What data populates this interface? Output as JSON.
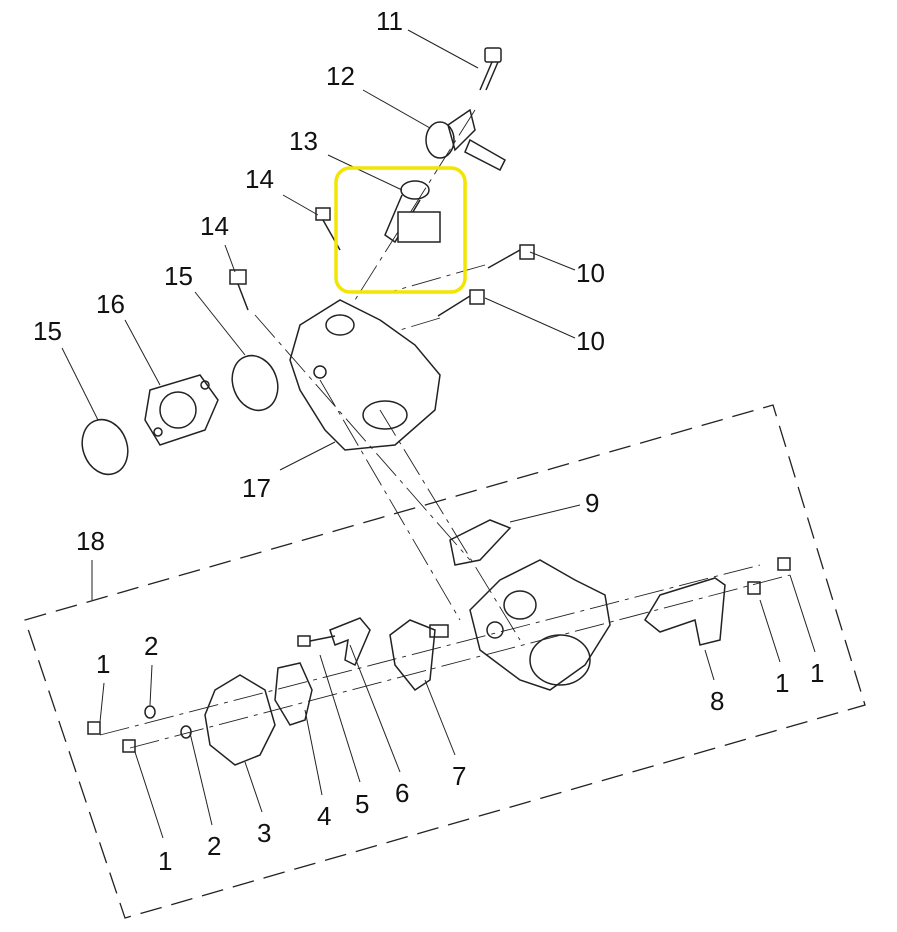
{
  "diagram": {
    "highlight_color": "#f2e500",
    "callouts": [
      {
        "id": "c11",
        "text": "11"
      },
      {
        "id": "c12",
        "text": "12"
      },
      {
        "id": "c13",
        "text": "13"
      },
      {
        "id": "c14a",
        "text": "14"
      },
      {
        "id": "c14b",
        "text": "14"
      },
      {
        "id": "c15a",
        "text": "15"
      },
      {
        "id": "c16",
        "text": "16"
      },
      {
        "id": "c15b",
        "text": "15"
      },
      {
        "id": "c10a",
        "text": "10"
      },
      {
        "id": "c10b",
        "text": "10"
      },
      {
        "id": "c17",
        "text": "17"
      },
      {
        "id": "c9",
        "text": "9"
      },
      {
        "id": "c18",
        "text": "18"
      },
      {
        "id": "c2a",
        "text": "2"
      },
      {
        "id": "c1a",
        "text": "1"
      },
      {
        "id": "c1b",
        "text": "1"
      },
      {
        "id": "c2b",
        "text": "2"
      },
      {
        "id": "c3",
        "text": "3"
      },
      {
        "id": "c4",
        "text": "4"
      },
      {
        "id": "c5",
        "text": "5"
      },
      {
        "id": "c6",
        "text": "6"
      },
      {
        "id": "c7",
        "text": "7"
      },
      {
        "id": "c8",
        "text": "8"
      },
      {
        "id": "c1c",
        "text": "1"
      },
      {
        "id": "c1d",
        "text": "1"
      }
    ]
  }
}
